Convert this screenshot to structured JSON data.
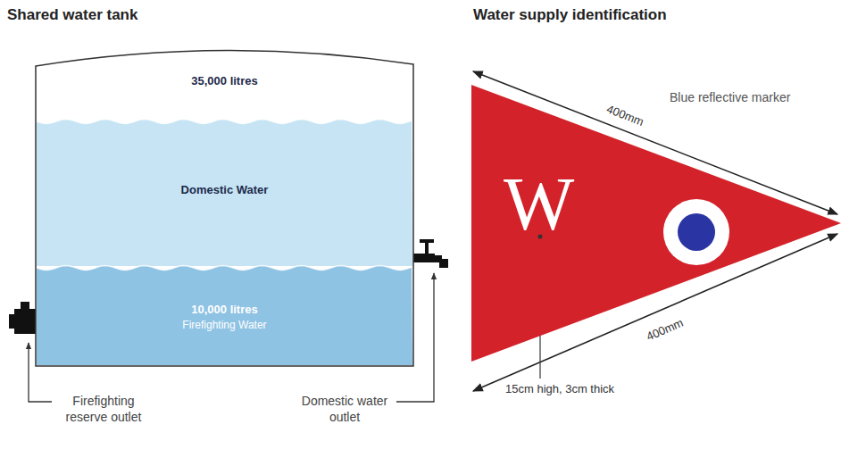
{
  "diagram": {
    "nodes": [
      {
        "text": [
          "35,000 litres"
        ]
      },
      {
        "text": [
          "Domestic Water"
        ],
        "in": 0
      },
      {
        "text": [
          "10,000 litres",
          "Firefighting Water"
        ],
        "in": 0
      },
      {
        "text": [
          "W"
        ]
      }
    ],
    "labels": [
      "Shared water tank",
      "Water supply identification",
      "Firefighting reserve outlet",
      "Domestic water outlet",
      "400mm",
      "400mm",
      "Blue reflective marker",
      "15cm high, 3cm thick"
    ]
  }
}
